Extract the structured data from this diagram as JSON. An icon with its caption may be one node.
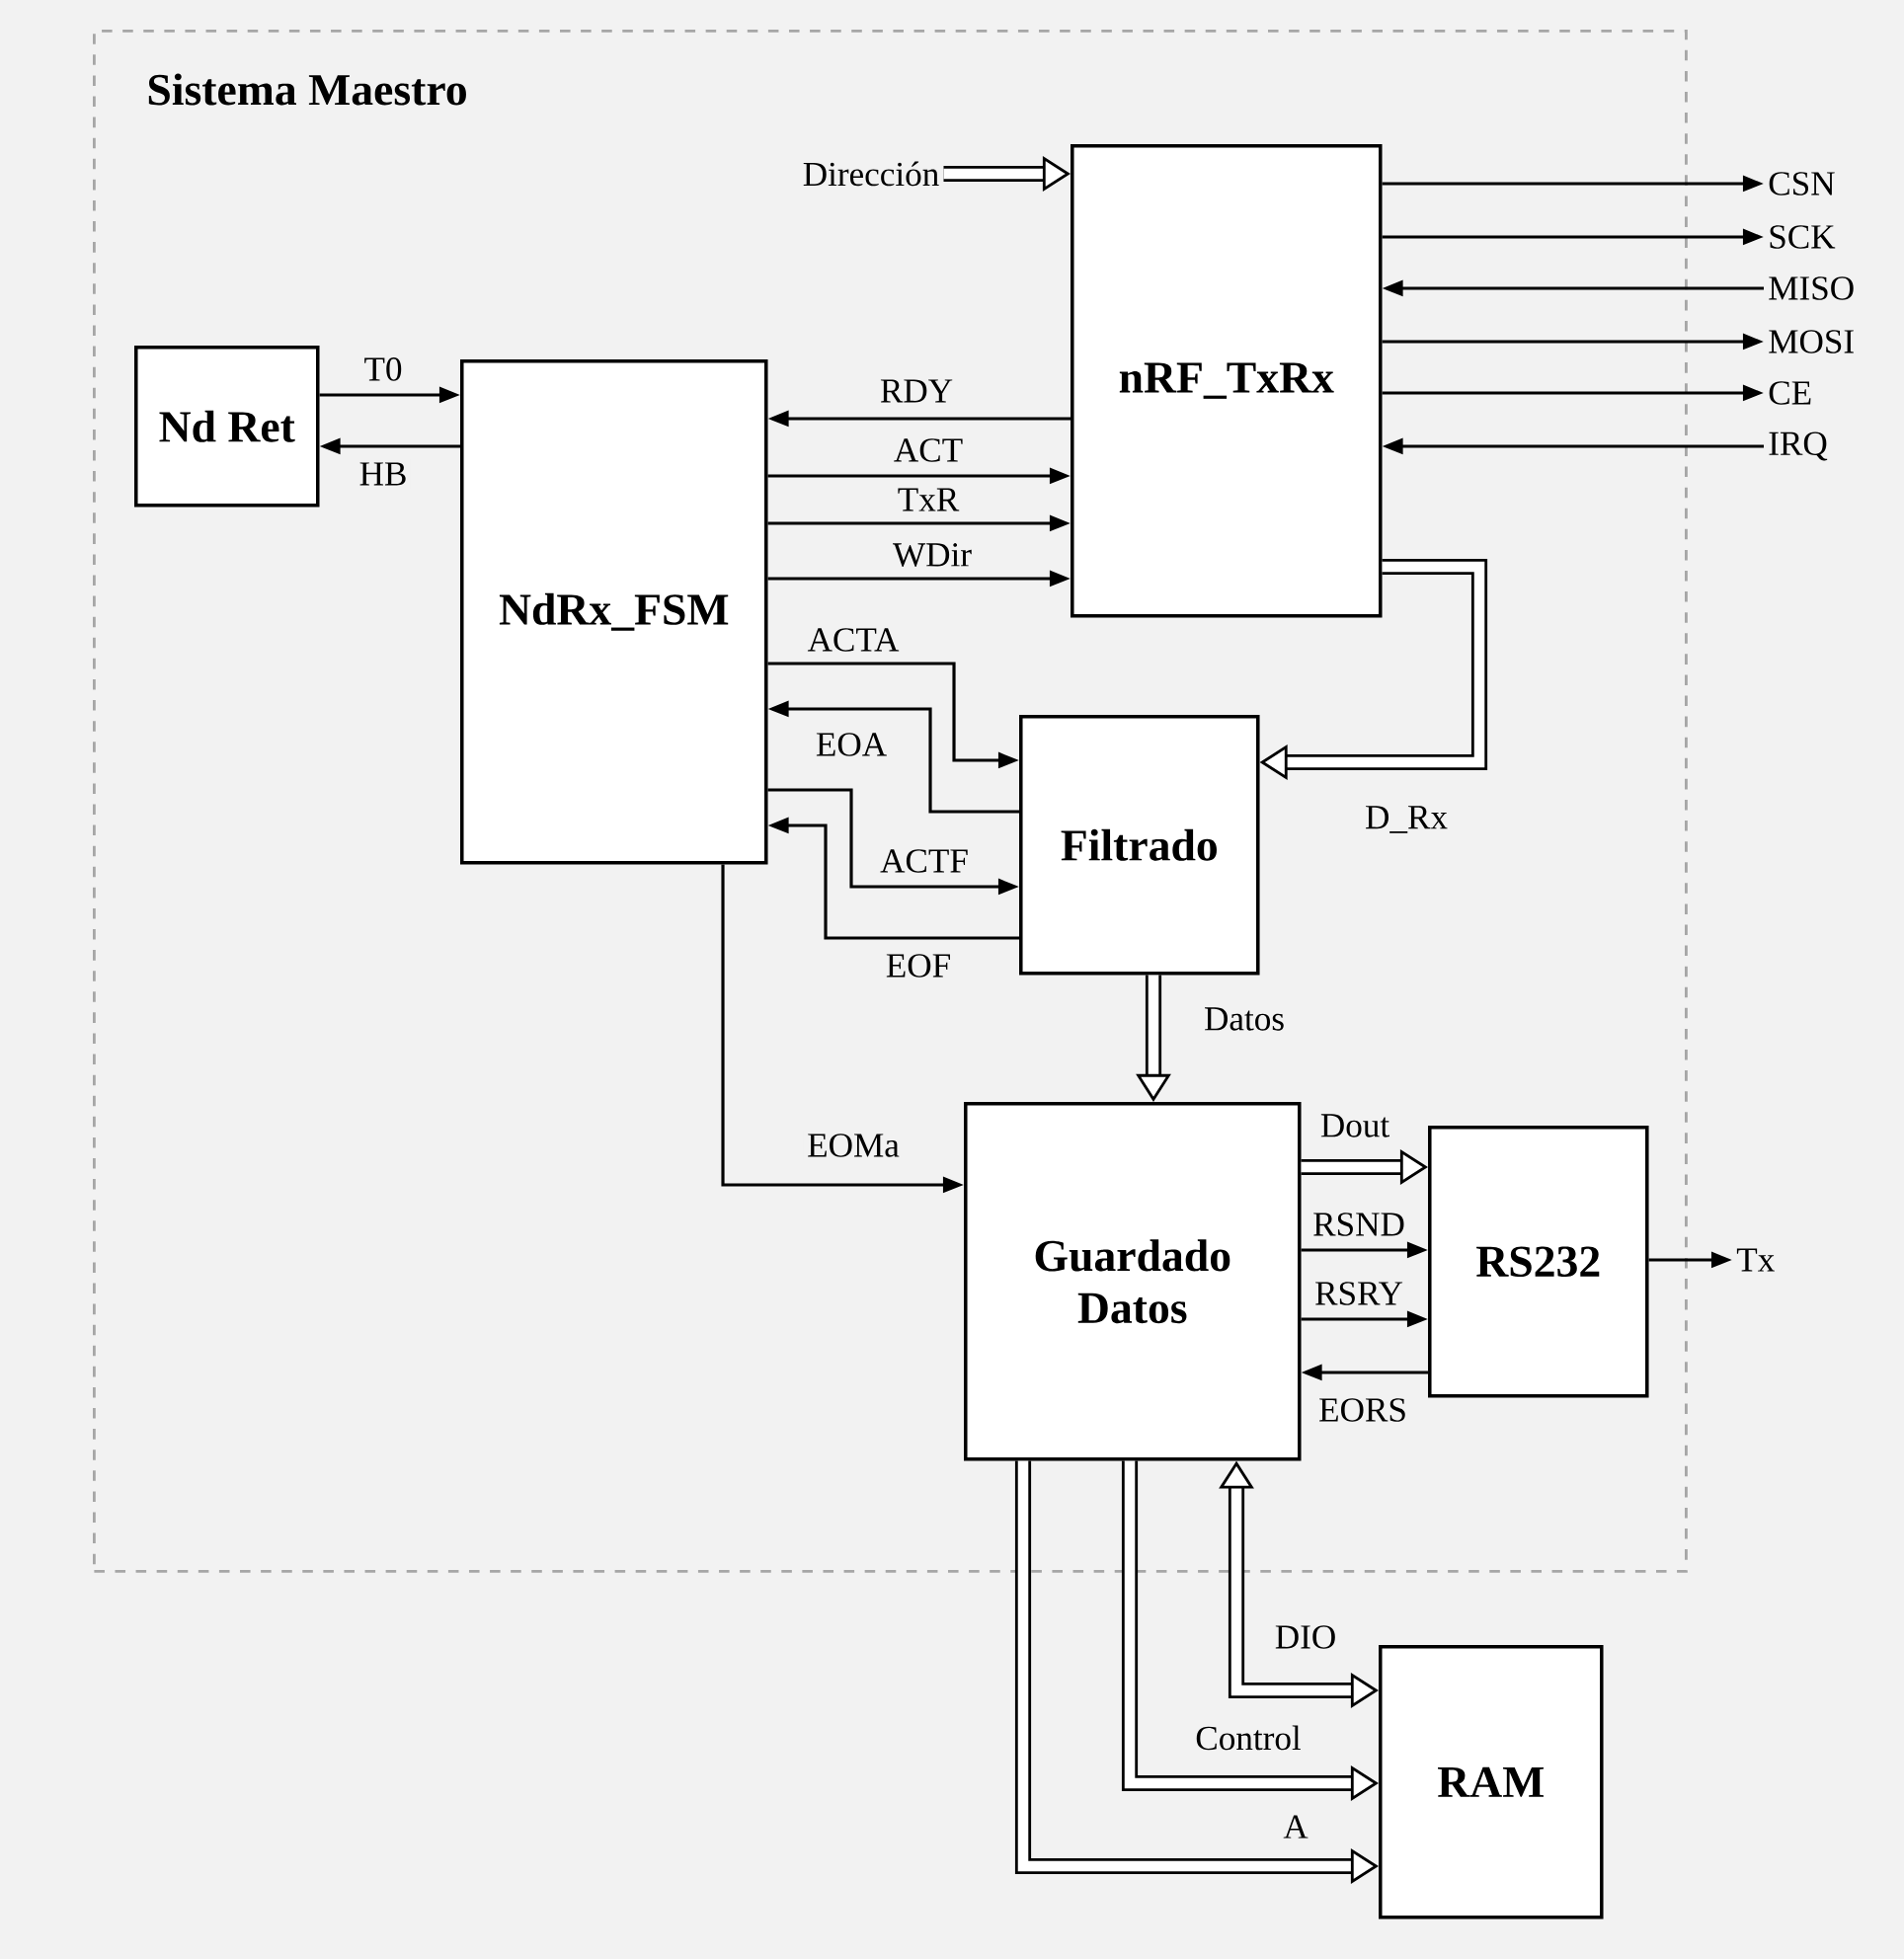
{
  "diagram": {
    "nodes": [
      {
        "text": [
          "Sistema Maestro"
        ]
      },
      {
        "text": [
          "Nd Ret"
        ],
        "in": 0
      },
      {
        "text": [
          "NdRx_FSM"
        ],
        "in": 0
      },
      {
        "text": [
          "nRF_TxRx"
        ],
        "in": 0
      },
      {
        "text": [
          "Filtrado"
        ],
        "in": 0
      },
      {
        "text": [
          "Guardado Datos"
        ],
        "in": 0
      },
      {
        "text": [
          "RS232"
        ],
        "in": 0
      },
      {
        "text": [
          "RAM"
        ]
      },
      {
        "text": [
          "Dirección"
        ],
        "in": 0
      },
      {
        "text": [
          "CSN"
        ]
      },
      {
        "text": [
          "SCK"
        ]
      },
      {
        "text": [
          "MISO"
        ]
      },
      {
        "text": [
          "MOSI"
        ]
      },
      {
        "text": [
          "CE"
        ]
      },
      {
        "text": [
          "IRQ"
        ]
      },
      {
        "text": [
          "Tx"
        ]
      }
    ],
    "edges": [
      {
        "from": 1,
        "to": 2,
        "arrow": "to",
        "label": "T0"
      },
      {
        "from": 2,
        "to": 1,
        "arrow": "to",
        "label": "HB"
      },
      {
        "from": 3,
        "to": 2,
        "arrow": "to",
        "label": "RDY"
      },
      {
        "from": 2,
        "to": 3,
        "arrow": "to",
        "label": "ACT"
      },
      {
        "from": 2,
        "to": 3,
        "arrow": "to",
        "label": "TxR"
      },
      {
        "from": 2,
        "to": 3,
        "arrow": "to",
        "label": "WDir"
      },
      {
        "from": 2,
        "to": 4,
        "arrow": "to",
        "label": "ACTA"
      },
      {
        "from": 4,
        "to": 2,
        "arrow": "to",
        "label": "EOA"
      },
      {
        "from": 2,
        "to": 4,
        "arrow": "to",
        "label": "ACTF"
      },
      {
        "from": 4,
        "to": 2,
        "arrow": "to",
        "label": "EOF"
      },
      {
        "from": 3,
        "to": 4,
        "arrow": "to",
        "label": "D_Rx",
        "style": "thick"
      },
      {
        "from": 4,
        "to": 5,
        "arrow": "to",
        "label": "Datos",
        "style": "thick"
      },
      {
        "from": 2,
        "to": 5,
        "arrow": "to",
        "label": "EOMa"
      },
      {
        "from": 5,
        "to": 6,
        "arrow": "to",
        "label": "Dout",
        "style": "thick"
      },
      {
        "from": 5,
        "to": 6,
        "arrow": "to",
        "label": "RSND"
      },
      {
        "from": 5,
        "to": 6,
        "arrow": "to",
        "label": "RSRY"
      },
      {
        "from": 6,
        "to": 5,
        "arrow": "to",
        "label": "EORS"
      },
      {
        "from": 7,
        "to": 5,
        "arrow": "both",
        "label": "DIO",
        "style": "thick"
      },
      {
        "from": 5,
        "to": 7,
        "arrow": "to",
        "label": "Control",
        "style": "thick"
      },
      {
        "from": 5,
        "to": 7,
        "arrow": "to",
        "label": "A",
        "style": "thick"
      },
      {
        "from": 8,
        "to": 3,
        "arrow": "to",
        "style": "thick"
      },
      {
        "from": 3,
        "to": 9,
        "arrow": "to"
      },
      {
        "from": 3,
        "to": 10,
        "arrow": "to"
      },
      {
        "from": 11,
        "to": 3,
        "arrow": "to"
      },
      {
        "from": 3,
        "to": 12,
        "arrow": "to"
      },
      {
        "from": 3,
        "to": 13,
        "arrow": "to"
      },
      {
        "from": 14,
        "to": 3,
        "arrow": "to"
      },
      {
        "from": 6,
        "to": 15,
        "arrow": "to"
      }
    ]
  }
}
